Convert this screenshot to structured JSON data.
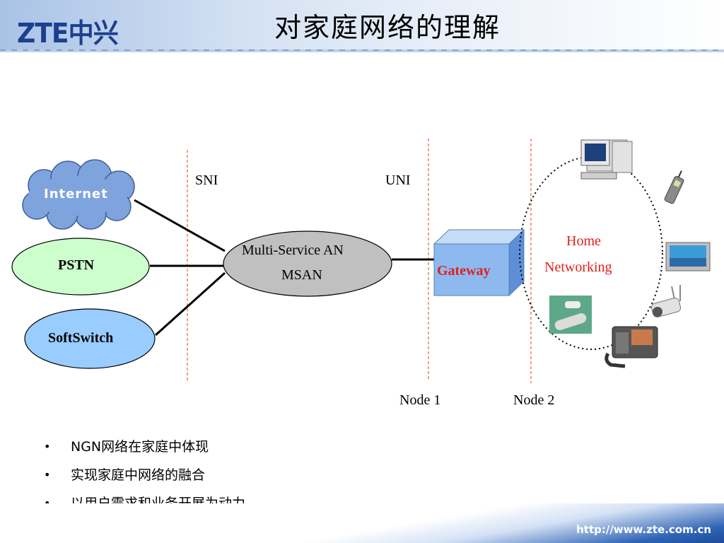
{
  "header": {
    "logo": "ZTE中兴",
    "title": "对家庭网络的理解"
  },
  "diagram": {
    "internet": "Internet",
    "pstn": "PSTN",
    "softswitch": "SoftSwitch",
    "msan_line1": "Multi-Service AN",
    "msan_line2": "MSAN",
    "gateway": "Gateway",
    "sni": "SNI",
    "uni": "UNI",
    "node1": "Node 1",
    "node2": "Node 2",
    "home_line1": "Home",
    "home_line2": "Networking",
    "colors": {
      "pstn_fill": "#ccffcc",
      "softswitch_fill": "#99ccff",
      "msan_fill": "#c0c0c0",
      "gateway_fill": "#8db9ef",
      "cloud_fill": "#7fa3dd",
      "red_text": "#e0201a",
      "dash_line": "#e8623a"
    },
    "devices": [
      "desktop-computer-icon",
      "cordless-phone-icon",
      "television-icon",
      "usb-stick-icon",
      "security-camera-icon",
      "video-phone-icon"
    ]
  },
  "bullets": [
    "NGN网络在家庭中体现",
    "实现家庭中网络的融合",
    "以用户需求和业务开展为动力"
  ],
  "footer": {
    "url": "http://www.zte.com.cn"
  }
}
